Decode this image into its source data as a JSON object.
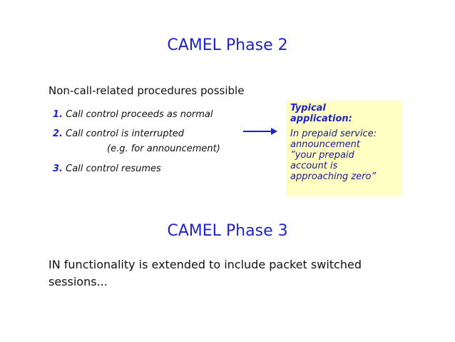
{
  "slide": {
    "title1": "CAMEL Phase 2",
    "subhead": "Non-call-related procedures possible",
    "steps": {
      "step1_num": "1.",
      "step1_text": "Call control proceeds as normal",
      "step2_num": "2.",
      "step2_text": "Call control is interrupted",
      "step2_extra": "(e.g. for announcement)",
      "step3_num": "3.",
      "step3_text": "Call control resumes"
    },
    "note": {
      "heading_line1": "Typical",
      "heading_line2": "application:",
      "body_lines": [
        "In prepaid service:",
        "announcement",
        "”your prepaid",
        "account is",
        "approaching zero”"
      ]
    },
    "title2": "CAMEL Phase 3",
    "body": "IN functionality is extended to include packet switched sessions..."
  },
  "colors": {
    "accent_blue": "#1f24c8",
    "note_background": "#ffffc4",
    "note_text": "#1a1a8a",
    "arrow": "#1f24c8"
  },
  "icons": {
    "arrow": "right-arrow-icon"
  }
}
